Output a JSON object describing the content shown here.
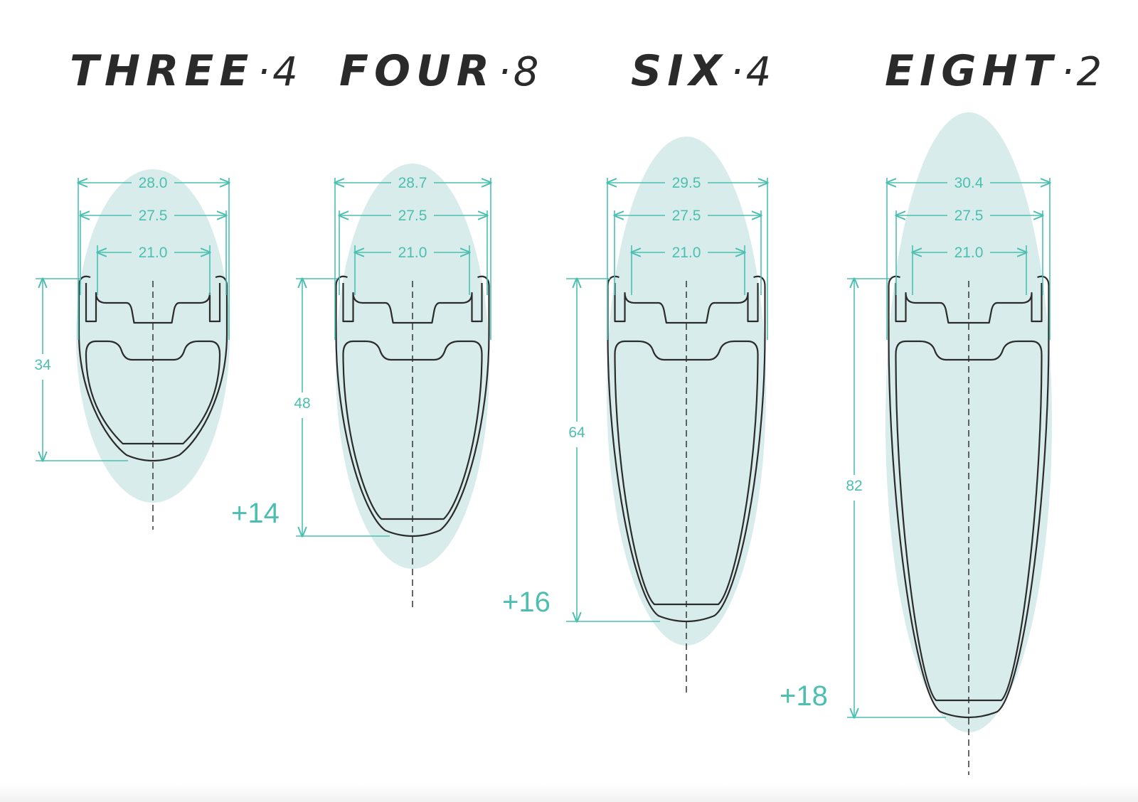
{
  "colors": {
    "accent": "#4cbfb0",
    "fill": "#d8ecec",
    "ink": "#2b2b2b"
  },
  "rims": [
    {
      "id": "three-4",
      "name": "THREE",
      "separator": "·",
      "number": "4",
      "outer_width": "28.0",
      "inner_hook": "27.5",
      "inner_width": "21.0",
      "depth": "34",
      "added": ""
    },
    {
      "id": "four-8",
      "name": "FOUR",
      "separator": "·",
      "number": "8",
      "outer_width": "28.7",
      "inner_hook": "27.5",
      "inner_width": "21.0",
      "depth": "48",
      "added": "+14"
    },
    {
      "id": "six-4",
      "name": "SIX",
      "separator": "·",
      "number": "4",
      "outer_width": "29.5",
      "inner_hook": "27.5",
      "inner_width": "21.0",
      "depth": "64",
      "added": "+16"
    },
    {
      "id": "eight-2",
      "name": "EIGHT",
      "separator": "·",
      "number": "2",
      "outer_width": "30.4",
      "inner_hook": "27.5",
      "inner_width": "21.0",
      "depth": "82",
      "added": "+18"
    }
  ]
}
